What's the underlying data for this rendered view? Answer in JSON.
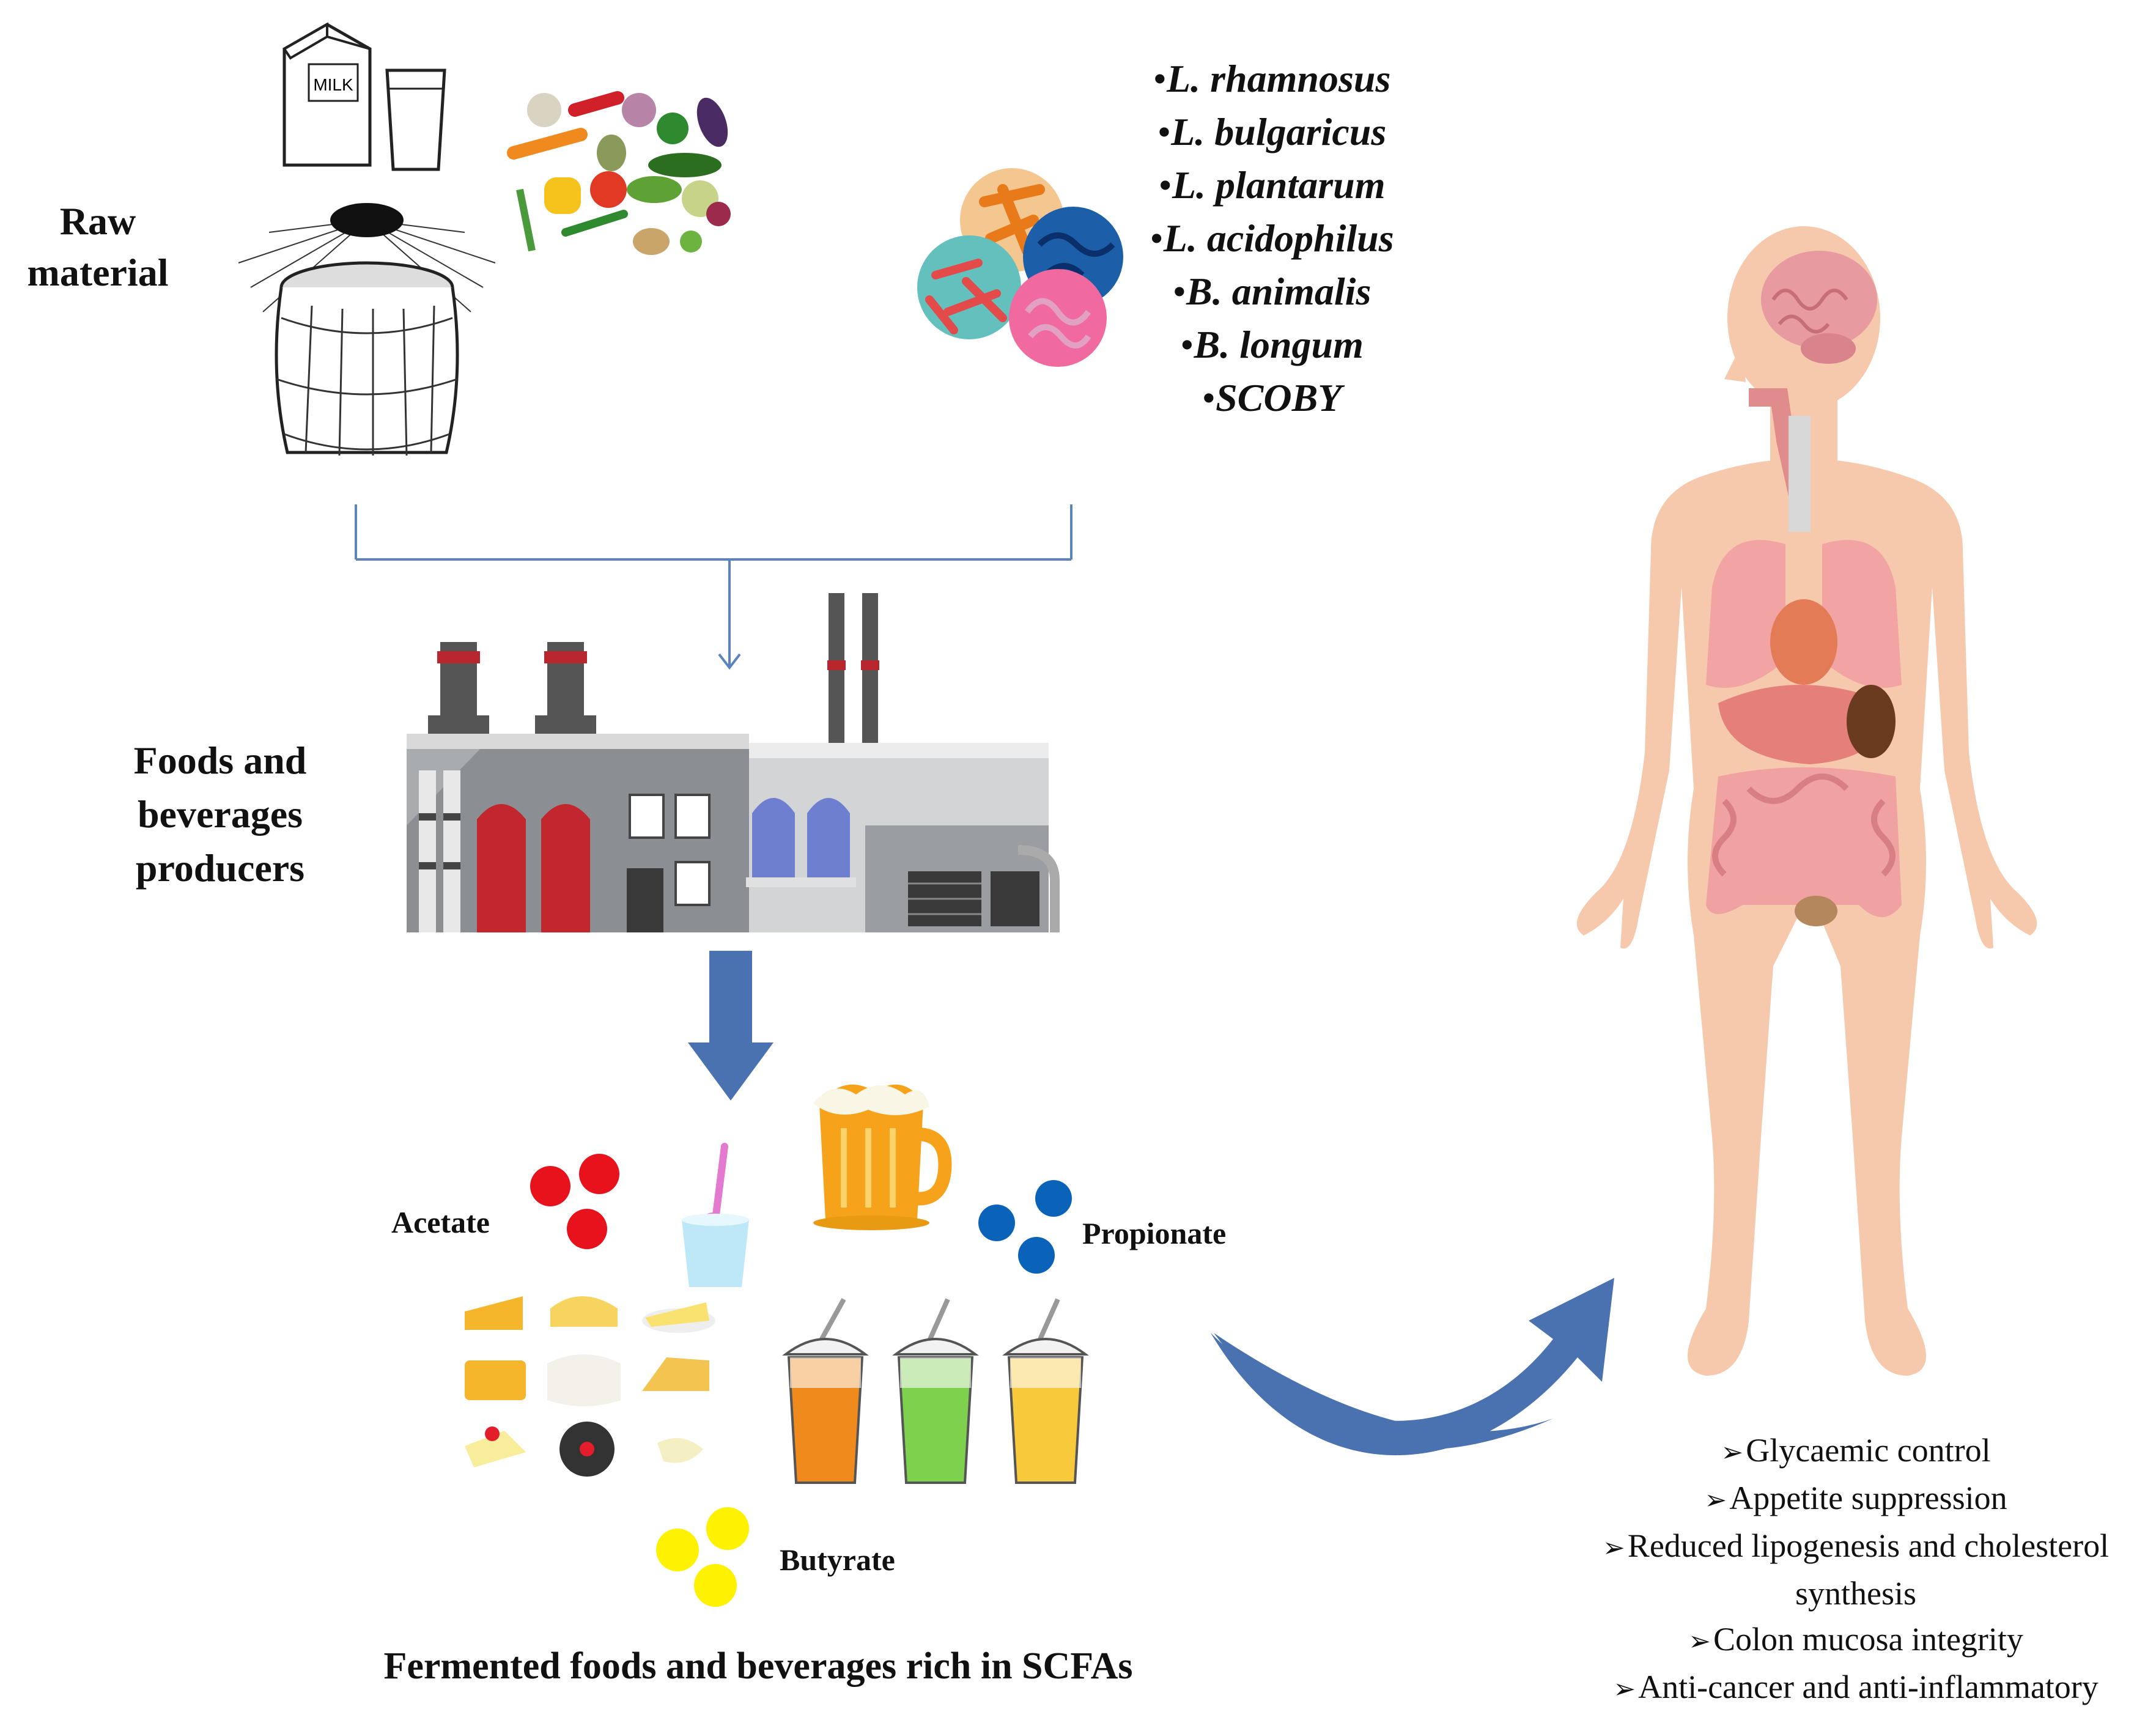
{
  "raw_material": {
    "label_line1": "Raw",
    "label_line2": "material",
    "milk_carton_text": "MILK"
  },
  "microorganisms": {
    "bullet": "•",
    "species": [
      "L. rhamnosus",
      "L. bulgaricus",
      "L. plantarum",
      "L. acidophilus",
      "B. animalis",
      "B. longum",
      "SCOBY"
    ]
  },
  "producers": {
    "line1": "Foods and",
    "line2": "beverages",
    "line3": "producers"
  },
  "scfas": {
    "acetate": "Acetate",
    "propionate": "Propionate",
    "butyrate": "Butyrate"
  },
  "colors": {
    "acetate": "#e8121c",
    "propionate": "#0a63b8",
    "butyrate": "#fff200",
    "arrow": "#4a72b0",
    "connector": "#5b83c0",
    "skin": "#f6c9ad"
  },
  "caption": "Fermented foods and beverages rich in SCFAs",
  "benefits": {
    "marker": "➢",
    "items": [
      "Glycaemic control",
      "Appetite suppression",
      "Reduced lipogenesis and cholesterol synthesis",
      "Colon mucosa integrity",
      "Anti-cancer and anti-inflammatory"
    ]
  }
}
